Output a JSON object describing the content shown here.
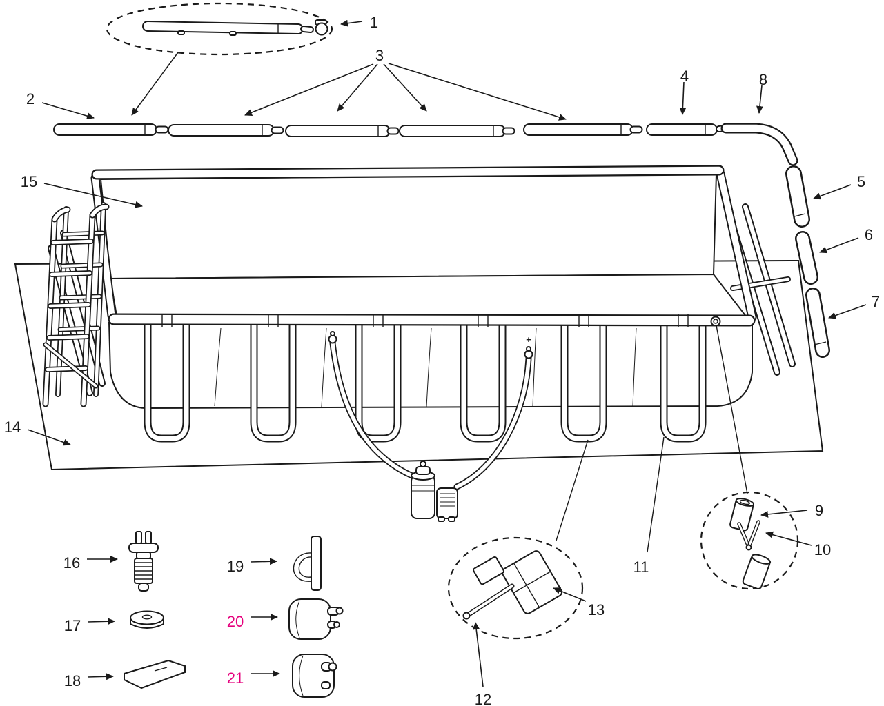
{
  "diagram": {
    "background": "#ffffff",
    "line_color": "#1a1a1a",
    "accent_color": "#e5007d"
  },
  "callouts": [
    {
      "num": "1",
      "color": "#1a1a1a"
    },
    {
      "num": "2",
      "color": "#1a1a1a"
    },
    {
      "num": "3",
      "color": "#1a1a1a"
    },
    {
      "num": "4",
      "color": "#1a1a1a"
    },
    {
      "num": "5",
      "color": "#1a1a1a"
    },
    {
      "num": "6",
      "color": "#1a1a1a"
    },
    {
      "num": "7",
      "color": "#1a1a1a"
    },
    {
      "num": "8",
      "color": "#1a1a1a"
    },
    {
      "num": "9",
      "color": "#1a1a1a"
    },
    {
      "num": "10",
      "color": "#1a1a1a"
    },
    {
      "num": "11",
      "color": "#1a1a1a"
    },
    {
      "num": "12",
      "color": "#1a1a1a"
    },
    {
      "num": "13",
      "color": "#1a1a1a"
    },
    {
      "num": "14",
      "color": "#1a1a1a"
    },
    {
      "num": "15",
      "color": "#1a1a1a"
    },
    {
      "num": "16",
      "color": "#1a1a1a"
    },
    {
      "num": "17",
      "color": "#1a1a1a"
    },
    {
      "num": "18",
      "color": "#1a1a1a"
    },
    {
      "num": "19",
      "color": "#1a1a1a"
    },
    {
      "num": "20",
      "color": "#e5007d"
    },
    {
      "num": "21",
      "color": "#e5007d"
    }
  ],
  "annotations": {
    "plus_sign": "+"
  }
}
